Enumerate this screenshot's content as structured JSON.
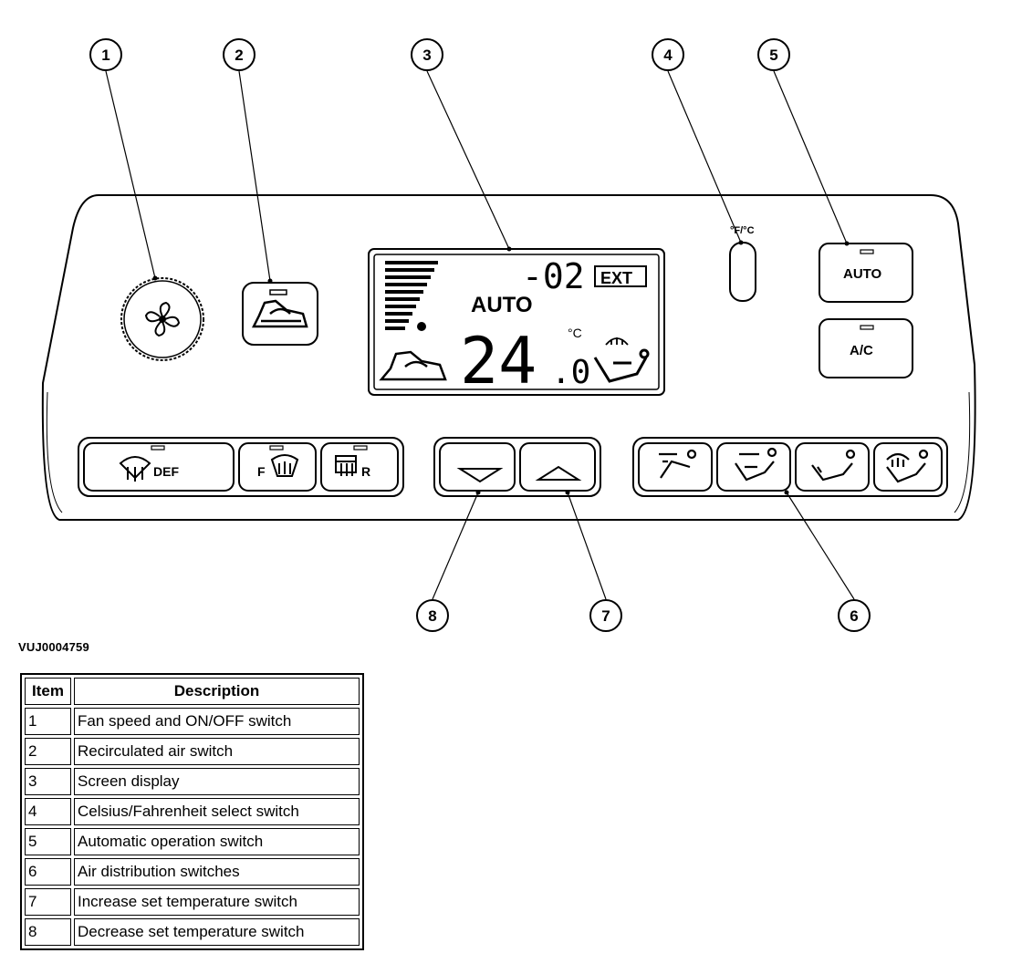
{
  "figure_id": "VUJ0004759",
  "callouts": [
    "1",
    "2",
    "3",
    "4",
    "5",
    "6",
    "7",
    "8"
  ],
  "panel": {
    "display": {
      "outside_temp": "-02",
      "ext_label": "EXT",
      "mode_label": "AUTO",
      "set_temp_main": "24",
      "set_temp_decimal": ".0",
      "unit": "°C"
    },
    "unit_switch_label": "°F/°C",
    "auto_button_label": "AUTO",
    "ac_button_label": "A/C",
    "def_button_label": "DEF",
    "front_screen_label": "F",
    "rear_screen_label": "R"
  },
  "legend": {
    "headers": [
      "Item",
      "Description"
    ],
    "rows": [
      {
        "item": "1",
        "description": "Fan speed and ON/OFF switch"
      },
      {
        "item": "2",
        "description": "Recirculated air switch"
      },
      {
        "item": "3",
        "description": "Screen display"
      },
      {
        "item": "4",
        "description": "Celsius/Fahrenheit select switch"
      },
      {
        "item": "5",
        "description": "Automatic operation switch"
      },
      {
        "item": "6",
        "description": "Air distribution switches"
      },
      {
        "item": "7",
        "description": "Increase set temperature switch"
      },
      {
        "item": "8",
        "description": "Decrease set temperature switch"
      }
    ]
  }
}
